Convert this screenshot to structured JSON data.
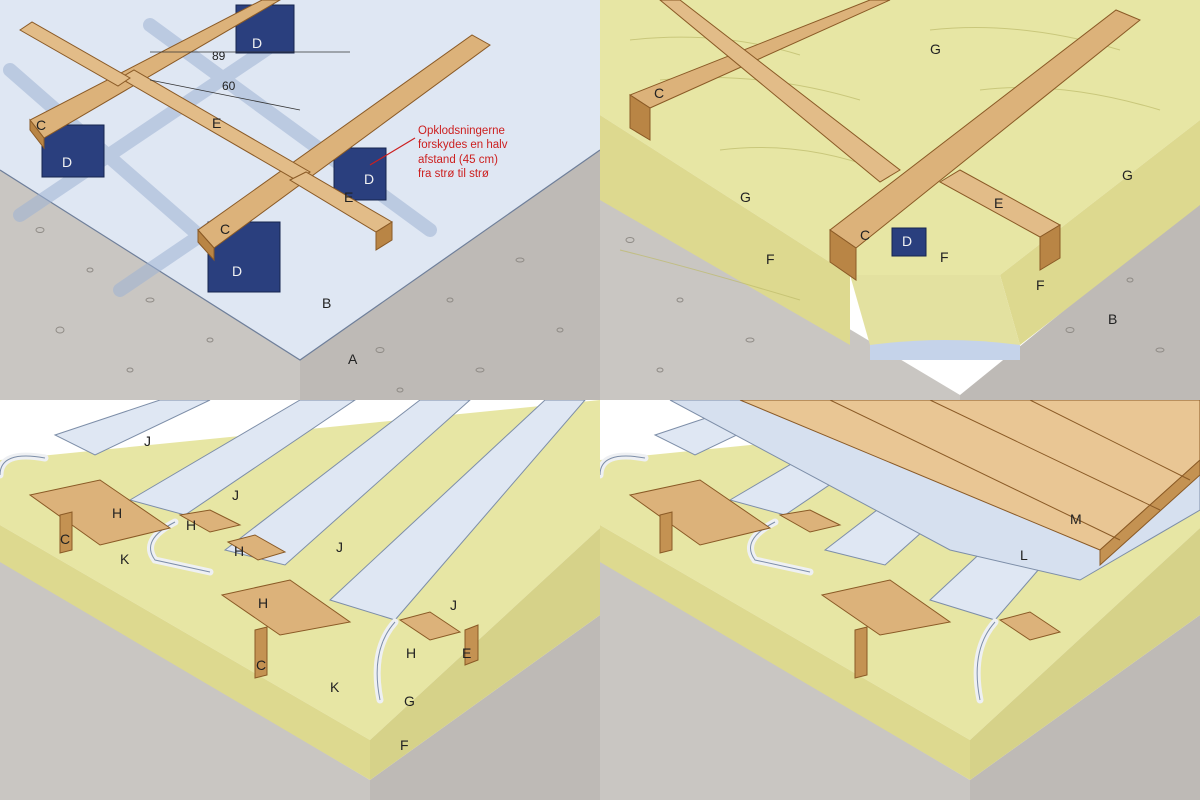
{
  "colors": {
    "concrete": "#c9c6c2",
    "concrete_dark": "#a9a6a2",
    "foil": "#dfe7f3",
    "foil_shade": "#9fb3d4",
    "wood": "#dcb27a",
    "wood_dark": "#b98545",
    "block": "#2a3f7e",
    "insulation": "#e7e6a4",
    "insulation_side": "#ddd98f",
    "annotation": "#cc1f1f",
    "pipe": "#eef0f3"
  },
  "panels": [
    {
      "labels": {
        "a": "A",
        "b": "B",
        "c1": "C",
        "c2": "C",
        "d1": "D",
        "d2": "D",
        "d3": "D",
        "d4": "D",
        "e1": "E",
        "e2": "E"
      },
      "dimensions": {
        "spacing_1": "89",
        "spacing_2": "60"
      },
      "note": [
        "Opklodsningerne",
        "forskydes en halv",
        "afstand (45 cm)",
        "fra strø til strø"
      ]
    },
    {
      "labels": {
        "b": "B",
        "c1": "C",
        "c2": "C",
        "d": "D",
        "e": "E",
        "f1": "F",
        "f2": "F",
        "f3": "F",
        "g1": "G",
        "g2": "G",
        "g3": "G"
      }
    },
    {
      "labels": {
        "c1": "C",
        "c2": "C",
        "e": "E",
        "f": "F",
        "g": "G",
        "h1": "H",
        "h2": "H",
        "h3": "H",
        "h4": "H",
        "h5": "H",
        "j1": "J",
        "j2": "J",
        "j3": "J",
        "j4": "J",
        "k1": "K",
        "k2": "K"
      }
    },
    {
      "labels": {
        "l": "L",
        "m": "M"
      }
    }
  ]
}
